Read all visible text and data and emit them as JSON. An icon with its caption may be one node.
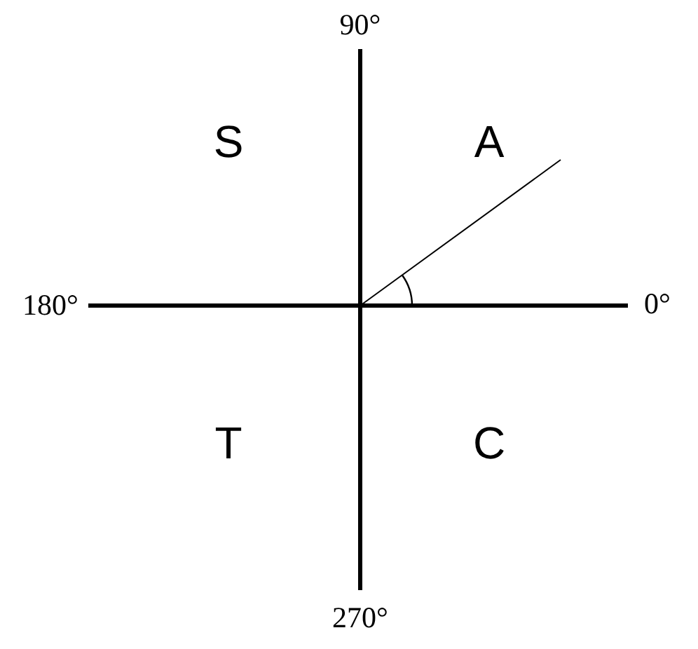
{
  "diagram": {
    "labels": [
      "90°",
      "S",
      "A",
      "180°",
      "0°",
      "T",
      "C",
      "270°"
    ]
  }
}
